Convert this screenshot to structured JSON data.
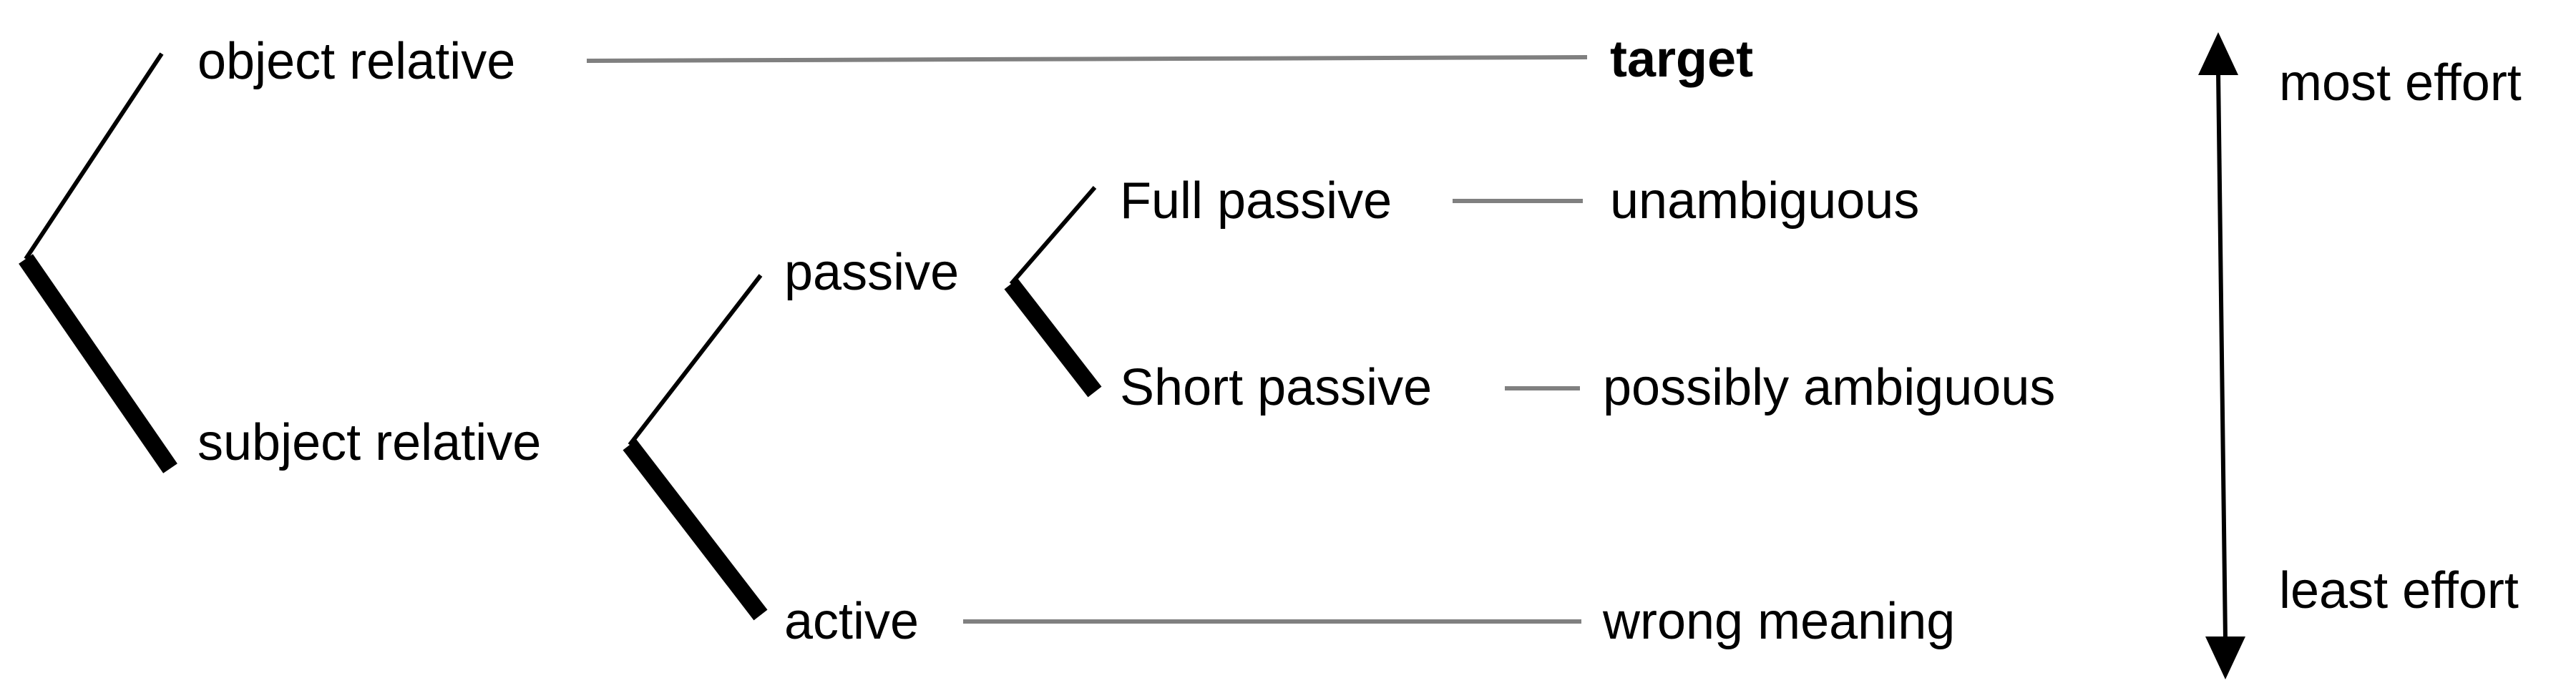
{
  "tree": {
    "root_branches": {
      "object_relative": "object relative",
      "subject_relative": "subject relative"
    },
    "subject_branches": {
      "passive": "passive",
      "active": "active"
    },
    "passive_branches": {
      "full_passive": "Full passive",
      "short_passive": "Short passive"
    }
  },
  "outcomes": {
    "target": "target",
    "unambiguous": "unambiguous",
    "possibly_ambiguous": "possibly ambiguous",
    "wrong_meaning": "wrong meaning"
  },
  "effort_scale": {
    "top": "most effort",
    "bottom": "least effort"
  },
  "colors": {
    "branch": "#000000",
    "connector": "#808080",
    "text": "#000000"
  }
}
